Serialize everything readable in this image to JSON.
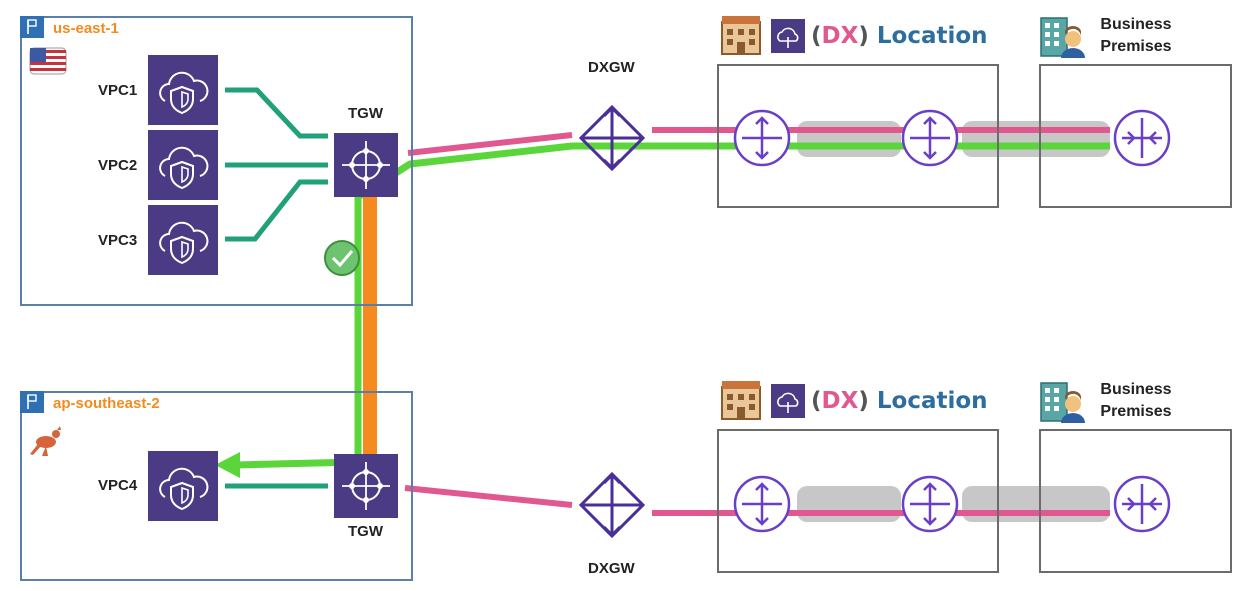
{
  "regions": [
    {
      "name": "us-east-1",
      "flag": "us-flag-icon"
    },
    {
      "name": "ap-southeast-2",
      "flag": "kangaroo-icon"
    }
  ],
  "vpcs": [
    "VPC1",
    "VPC2",
    "VPC3",
    "VPC4"
  ],
  "tgw_label": "TGW",
  "dxgw_label": "DXGW",
  "dx_location": {
    "paren_open": "(",
    "abbr": "DX",
    "paren_close": ")",
    "word": "Location"
  },
  "premises": {
    "line1": "Business",
    "line2": "Premises"
  },
  "colors": {
    "vpc_fill": "#4b3b84",
    "region_border": "#5a7fa8",
    "region_label": "#f28c1e",
    "link_teal": "#22a07a",
    "link_green": "#5bd63a",
    "link_pink": "#e0588f",
    "link_orange": "#f58a1f",
    "router_purple": "#6a3fc7",
    "dx_abbr": "#e0588f",
    "dx_location": "#2d6e9e"
  }
}
